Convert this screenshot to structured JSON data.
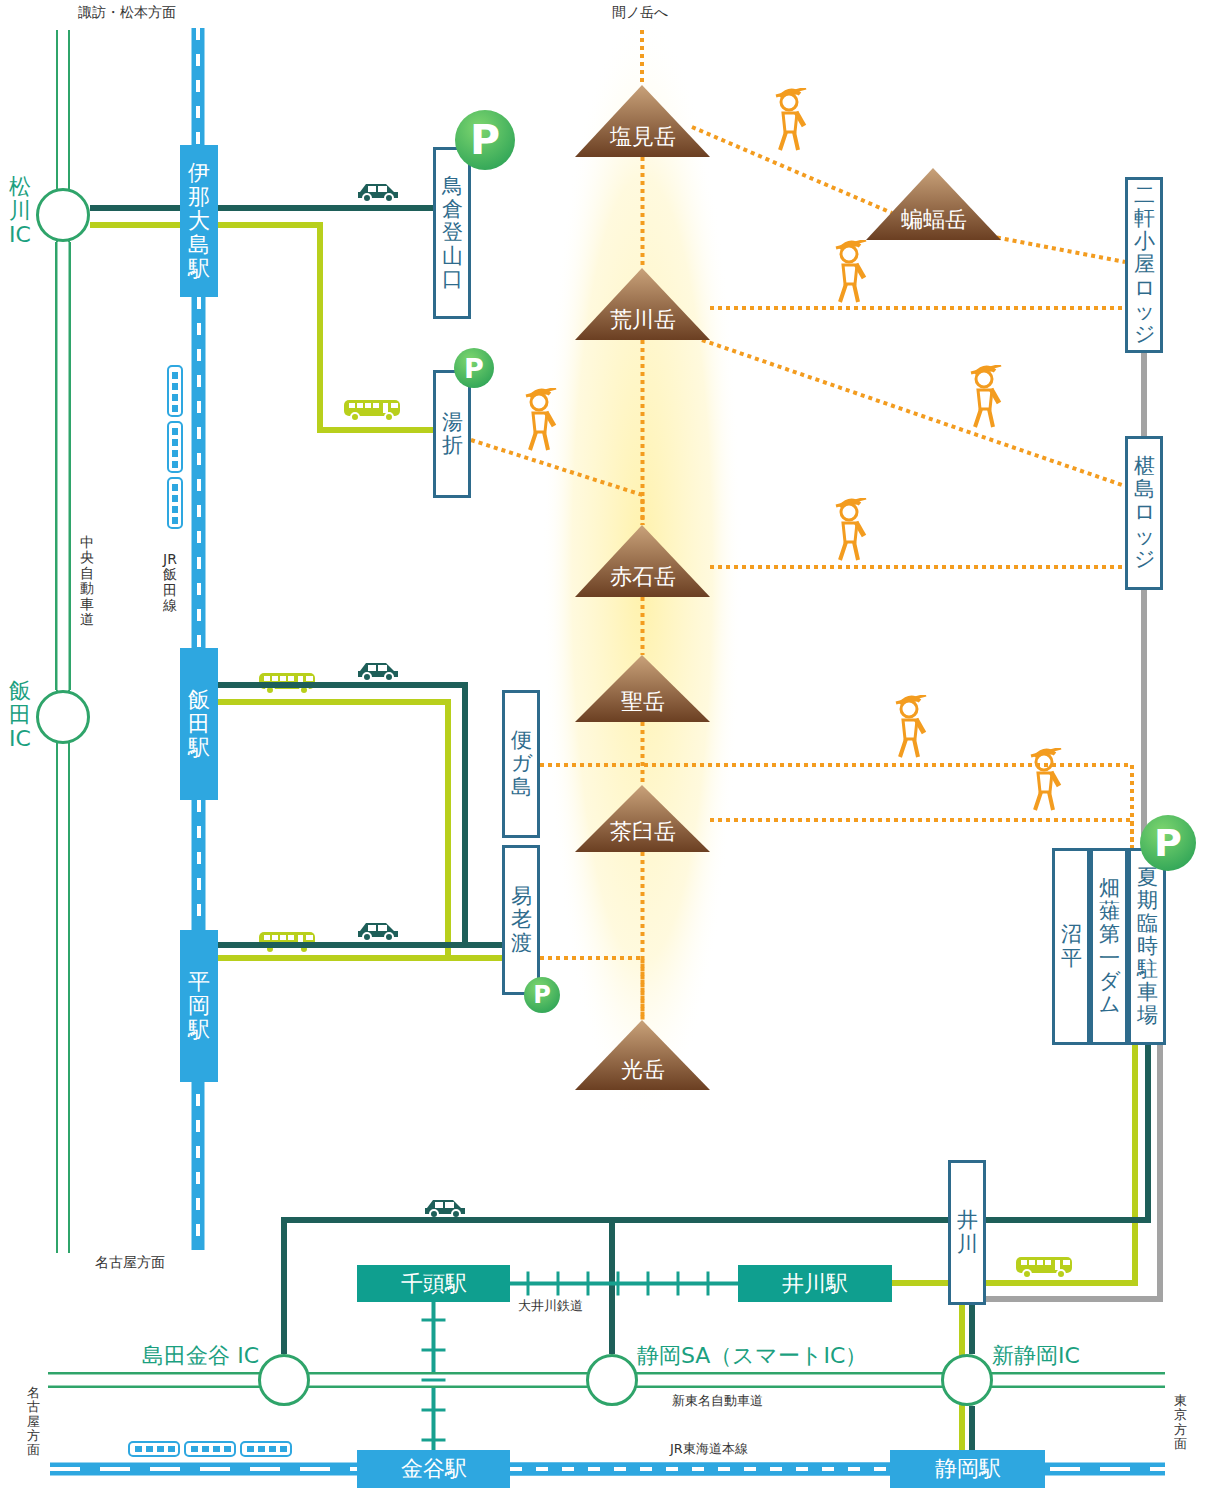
{
  "diagram": {
    "nodes": [
      {
        "text": [
          "松川IC"
        ]
      },
      {
        "text": [
          "伊那大島駅"
        ]
      },
      {
        "text": [
          "鳥倉登山口"
        ]
      },
      {
        "text": [
          "湯折"
        ]
      },
      {
        "text": [
          "塩見岳"
        ]
      },
      {
        "text": [
          "蝙蝠岳"
        ]
      },
      {
        "text": [
          "二軒小屋ロッジ"
        ]
      },
      {
        "text": [
          "荒川岳"
        ]
      },
      {
        "text": [
          "椹島ロッジ"
        ]
      },
      {
        "text": [
          "赤石岳"
        ]
      },
      {
        "text": [
          "飯田IC"
        ]
      },
      {
        "text": [
          "飯田駅"
        ]
      },
      {
        "text": [
          "聖岳"
        ]
      },
      {
        "text": [
          "便ガ島"
        ]
      },
      {
        "text": [
          "茶臼岳"
        ]
      },
      {
        "text": [
          "易老渡"
        ]
      },
      {
        "text": [
          "平岡駅"
        ]
      },
      {
        "text": [
          "沼平"
        ]
      },
      {
        "text": [
          "畑薙第一ダム"
        ]
      },
      {
        "text": [
          "夏期臨時駐車場"
        ]
      },
      {
        "text": [
          "光岳"
        ]
      },
      {
        "text": [
          "井川"
        ]
      },
      {
        "text": [
          "千頭駅"
        ]
      },
      {
        "text": [
          "井川駅"
        ]
      },
      {
        "text": [
          "島田金谷 IC"
        ]
      },
      {
        "text": [
          "静岡SA（スマートIC）"
        ]
      },
      {
        "text": [
          "新静岡IC"
        ]
      },
      {
        "text": [
          "金谷駅"
        ]
      },
      {
        "text": [
          "静岡駅"
        ]
      }
    ],
    "edges": [
      {
        "from": 0,
        "to": 10,
        "arrow": "none"
      },
      {
        "from": 0,
        "to": 2,
        "arrow": "none"
      },
      {
        "from": 0,
        "to": 3,
        "arrow": "none"
      },
      {
        "from": 1,
        "to": 11,
        "arrow": "none"
      },
      {
        "from": 11,
        "to": 16,
        "arrow": "none"
      },
      {
        "from": 4,
        "to": 5,
        "arrow": "none"
      },
      {
        "from": 5,
        "to": 6,
        "arrow": "none"
      },
      {
        "from": 7,
        "to": 6,
        "arrow": "none"
      },
      {
        "from": 7,
        "to": 8,
        "arrow": "none"
      },
      {
        "from": 3,
        "to": 9,
        "arrow": "none"
      },
      {
        "from": 9,
        "to": 8,
        "arrow": "none"
      },
      {
        "from": 4,
        "to": 7,
        "arrow": "none"
      },
      {
        "from": 7,
        "to": 9,
        "arrow": "none"
      },
      {
        "from": 9,
        "to": 12,
        "arrow": "none"
      },
      {
        "from": 12,
        "to": 14,
        "arrow": "none"
      },
      {
        "from": 14,
        "to": 20,
        "arrow": "none"
      },
      {
        "from": 13,
        "to": 19,
        "arrow": "none"
      },
      {
        "from": 14,
        "to": 19,
        "arrow": "none"
      },
      {
        "from": 15,
        "to": 20,
        "arrow": "none"
      },
      {
        "from": 6,
        "to": 8,
        "arrow": "none"
      },
      {
        "from": 8,
        "to": 19,
        "arrow": "none"
      },
      {
        "from": 11,
        "to": 15,
        "arrow": "none"
      },
      {
        "from": 11,
        "to": 15,
        "arrow": "none"
      },
      {
        "from": 16,
        "to": 15,
        "arrow": "none"
      },
      {
        "from": 16,
        "to": 15,
        "arrow": "none"
      },
      {
        "from": 21,
        "to": 19,
        "arrow": "none"
      },
      {
        "from": 23,
        "to": 19,
        "arrow": "none"
      },
      {
        "from": 24,
        "to": 19,
        "arrow": "none"
      },
      {
        "from": 25,
        "to": 19,
        "arrow": "none"
      },
      {
        "from": 26,
        "to": 21,
        "arrow": "none"
      },
      {
        "from": 28,
        "to": 26,
        "arrow": "none"
      },
      {
        "from": 28,
        "to": 21,
        "arrow": "none"
      },
      {
        "from": 22,
        "to": 23,
        "arrow": "none"
      },
      {
        "from": 22,
        "to": 27,
        "arrow": "none"
      },
      {
        "from": 24,
        "to": 25,
        "arrow": "none"
      },
      {
        "from": 25,
        "to": 26,
        "arrow": "none"
      },
      {
        "from": 27,
        "to": 28,
        "arrow": "none"
      }
    ],
    "labels": [
      "諏訪・松本方面",
      "間ノ岳へ",
      "P",
      "P",
      "中央自動車道",
      "JR飯田線",
      "P",
      "P",
      "名古屋方面",
      "大井川鉄道",
      "新東名自動車道",
      "名古屋方面",
      "JR東海道本線",
      "東京方面"
    ]
  }
}
